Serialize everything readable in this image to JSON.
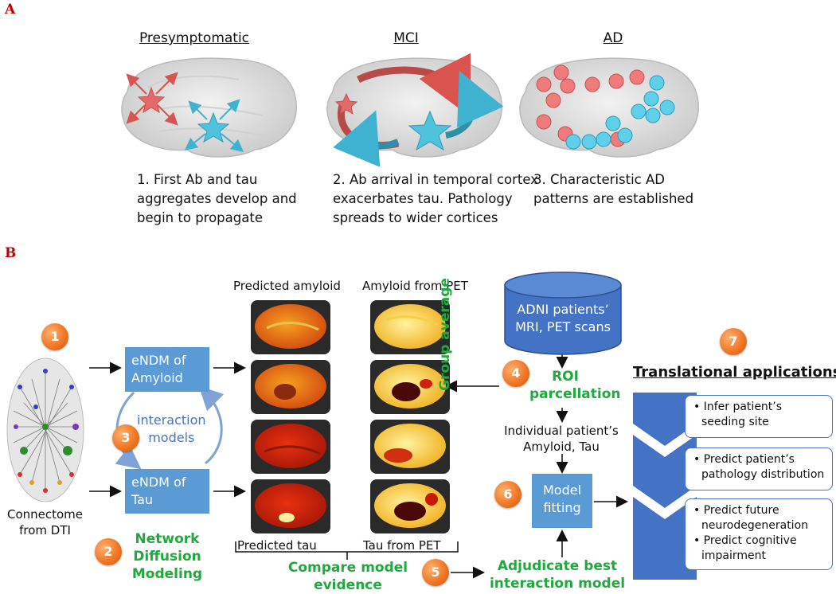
{
  "panel_a": {
    "letter": "A",
    "stages": [
      {
        "title": "Presymptomatic",
        "caption": "1. First Ab and tau\naggregates develop and\nbegin to propagate"
      },
      {
        "title": "MCI",
        "caption": "2. Ab arrival in temporal cortex\nexacerbates tau. Pathology\nspreads to wider cortices"
      },
      {
        "title": "AD",
        "caption": "3. Characteristic AD\npatterns are established"
      }
    ]
  },
  "panel_b": {
    "letter": "B",
    "connectome_label": "Connectome\nfrom DTI",
    "endm_amyloid": "eNDM of\nAmyloid",
    "endm_tau": "eNDM of\nTau",
    "interaction_models": "interaction\nmodels",
    "network_diffusion": "Network\nDiffusion\nModeling",
    "predicted_amyloid": "Predicted amyloid",
    "amyloid_pet": "Amyloid from PET",
    "predicted_tau": "Predicted tau",
    "tau_pet": "Tau from PET",
    "compare_model": "Compare model\nevidence",
    "database": "ADNI patients’\nMRI, PET scans",
    "group_average": "Group average",
    "roi_parcellation": "ROI\nparcellation",
    "individual": "Individual patient’s\nAmyloid, Tau",
    "model_fitting": "Model\nfitting",
    "adjudicate": "Adjudicate best\ninteraction model",
    "translational_title": "Translational applications:",
    "applications": [
      [
        "Infer patient’s seeding site"
      ],
      [
        "Predict patient’s pathology distribution"
      ],
      [
        "Predict future neurodegeneration",
        "Predict cognitive impairment"
      ]
    ],
    "numbers": [
      "1",
      "2",
      "3",
      "4",
      "5",
      "6",
      "7"
    ],
    "colors": {
      "box_blue": "#5b9bd5",
      "green": "#1faa3c",
      "orange": "#ee7420",
      "amyloid_red": "#e46a6a",
      "tau_cyan": "#4fc3dc",
      "chevron_blue": "#4472c4"
    }
  }
}
